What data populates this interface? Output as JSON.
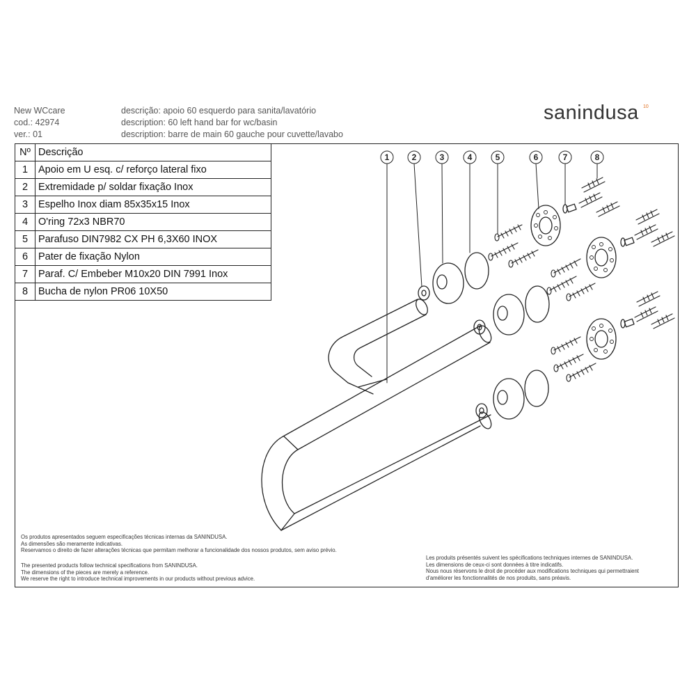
{
  "header": {
    "meta": [
      "New WCcare",
      "cod.: 42974",
      "ver.: 01"
    ],
    "descriptions": [
      "descrição: apoio 60 esquerdo para sanita/lavatório",
      "description: 60 left hand bar for wc/basin",
      "description: barre de main 60 gauche pour cuvette/lavabo"
    ],
    "logo": {
      "text_a": "san",
      "text_b": "indusa",
      "mark": "10"
    }
  },
  "parts_table": {
    "header_no": "Nº",
    "header_desc": "Descrição",
    "rows": [
      {
        "no": "1",
        "desc": "Apoio em U esq. c/ reforço lateral fixo"
      },
      {
        "no": "2",
        "desc": "Extremidade p/ soldar fixação Inox"
      },
      {
        "no": "3",
        "desc": "Espelho Inox diam 85x35x15 Inox"
      },
      {
        "no": "4",
        "desc": "O'ring 72x3  NBR70"
      },
      {
        "no": "5",
        "desc": "Parafuso DIN7982 CX PH 6,3X60 INOX"
      },
      {
        "no": "6",
        "desc": "Pater de fixação Nylon"
      },
      {
        "no": "7",
        "desc": "Paraf. C/ Embeber  M10x20 DIN 7991 Inox"
      },
      {
        "no": "8",
        "desc": "Bucha de nylon PR06 10X50"
      }
    ]
  },
  "callouts": [
    "1",
    "2",
    "3",
    "4",
    "5",
    "6",
    "7",
    "8"
  ],
  "notes": {
    "pt": [
      "Os produtos apresentados seguem especificações técnicas internas da SANINDUSA.",
      "As dimensões são meramente indicativas.",
      "Reservamos o direito de fazer alterações técnicas que permitam melhorar a funcionalidade dos nossos produtos, sem aviso prévio."
    ],
    "en": [
      "The presented products follow technical specifications from SANINDUSA.",
      "The dimensions of the pieces are merely a reference.",
      "We reserve the right to introduce technical improvements in our products without previous advice."
    ],
    "fr": [
      "Les produits présentés suivent les spécifications techniques internes de SANINDUSA.",
      "Les dimensions de ceux-ci sont données à titre indicatifs.",
      "Nous nous réservons le droit de procéder aux modifications techniques qui permettraient",
      "d'améliorer les fonctionnalités de nos produits, sans préavis."
    ]
  },
  "colors": {
    "brand_accent": "#e07020",
    "ink": "#222222"
  }
}
